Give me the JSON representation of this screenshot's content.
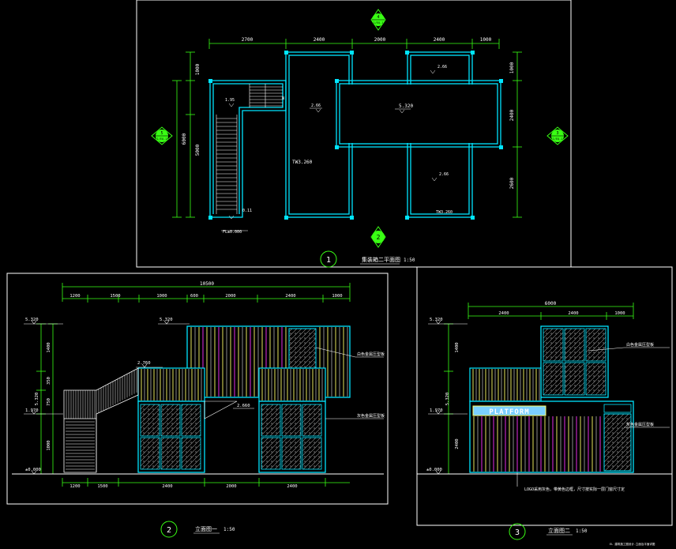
{
  "colors": {
    "frame": "#ffffff",
    "wall": "#00e5ff",
    "dim": "#39ff14",
    "text": "#ffffff",
    "yellow": "#ffff66",
    "magenta": "#ff33ff",
    "red": "#ff3333",
    "panelGrey": "#9a9a9a",
    "logoFill": "#7ad0ff"
  },
  "plan": {
    "top_dims": [
      "2700",
      "2400",
      "2000",
      "2400",
      "1000"
    ],
    "left_dims": [
      "1000",
      "5000",
      "6000"
    ],
    "right_dims": [
      "1000",
      "2400",
      "2600"
    ],
    "room_labels": {
      "stair": "1.95",
      "room_a": "2.66",
      "center": "5.320",
      "room_b": "2.66",
      "room_c": "2.66",
      "small": "0.11",
      "tw_left": "TW3.260",
      "tw_right": "TW3.260",
      "fl": "FL±0.000",
      "mark": "N"
    },
    "axis_labels": {
      "top": "4",
      "left": "5",
      "right": "3",
      "bottom": "2"
    },
    "sheet_label": "1/EQ-1",
    "title_num": "1",
    "title": "集装箱二平面图",
    "scale": "1:50"
  },
  "elev2": {
    "overall": "10500",
    "top_dims": [
      "1200",
      "1500",
      "1000",
      "600",
      "2000",
      "2400",
      "1000"
    ],
    "bottom_dims": [
      "1200",
      "1500",
      "2400",
      "2000",
      "2400"
    ],
    "left_dims": [
      "1400",
      "350",
      "750",
      "1000"
    ],
    "left_total": "5.320",
    "levels": {
      "top": "5.320",
      "mid": "1.970",
      "ground": "±0.000",
      "roof": "5.320",
      "mid_label": "2.760",
      "deck": "2.660"
    },
    "callouts": [
      "白色金属压型板",
      "灰色金属压型板"
    ],
    "title_num": "2",
    "title": "立面图一",
    "scale": "1:50"
  },
  "elev3": {
    "top_dims": [
      "2400",
      "2400",
      "1000"
    ],
    "overall": "6000",
    "left_dims": [
      "1400",
      "5.320",
      "2400"
    ],
    "levels": {
      "top": "5.320",
      "mid": "1.970",
      "ground": "±0.000"
    },
    "callouts": [
      "白色金属压型板",
      "灰色金属压型板"
    ],
    "logo_text": "PLATFORM",
    "note": "LOGO采用灰色，带黄色边框，尺寸按实际一层门窗尺寸定",
    "title_num": "3",
    "title": "立面图二",
    "scale": "1:50"
  },
  "footer": "EL 建筑施工图设计-立面及平面详图"
}
